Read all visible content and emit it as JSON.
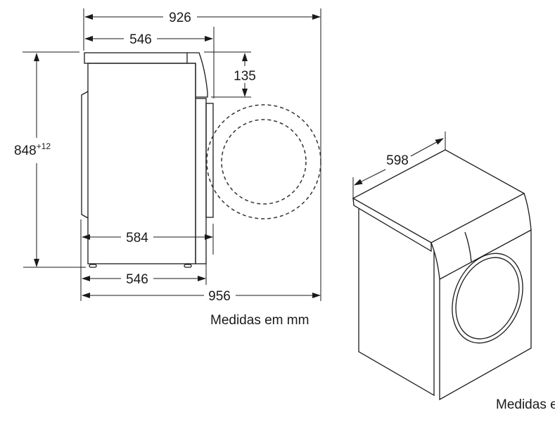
{
  "side_view": {
    "overall_depth_door_open": "926",
    "depth_top": "546",
    "height": "848",
    "height_tolerance": "+12",
    "panel_height": "135",
    "depth_with_door": "584",
    "depth_bottom": "546",
    "overall_depth": "956",
    "units_note": "Medidas em mm"
  },
  "iso_view": {
    "width": "598",
    "units_note": "Medidas e"
  },
  "colors": {
    "line": "#1a1a1a",
    "background": "#ffffff"
  }
}
